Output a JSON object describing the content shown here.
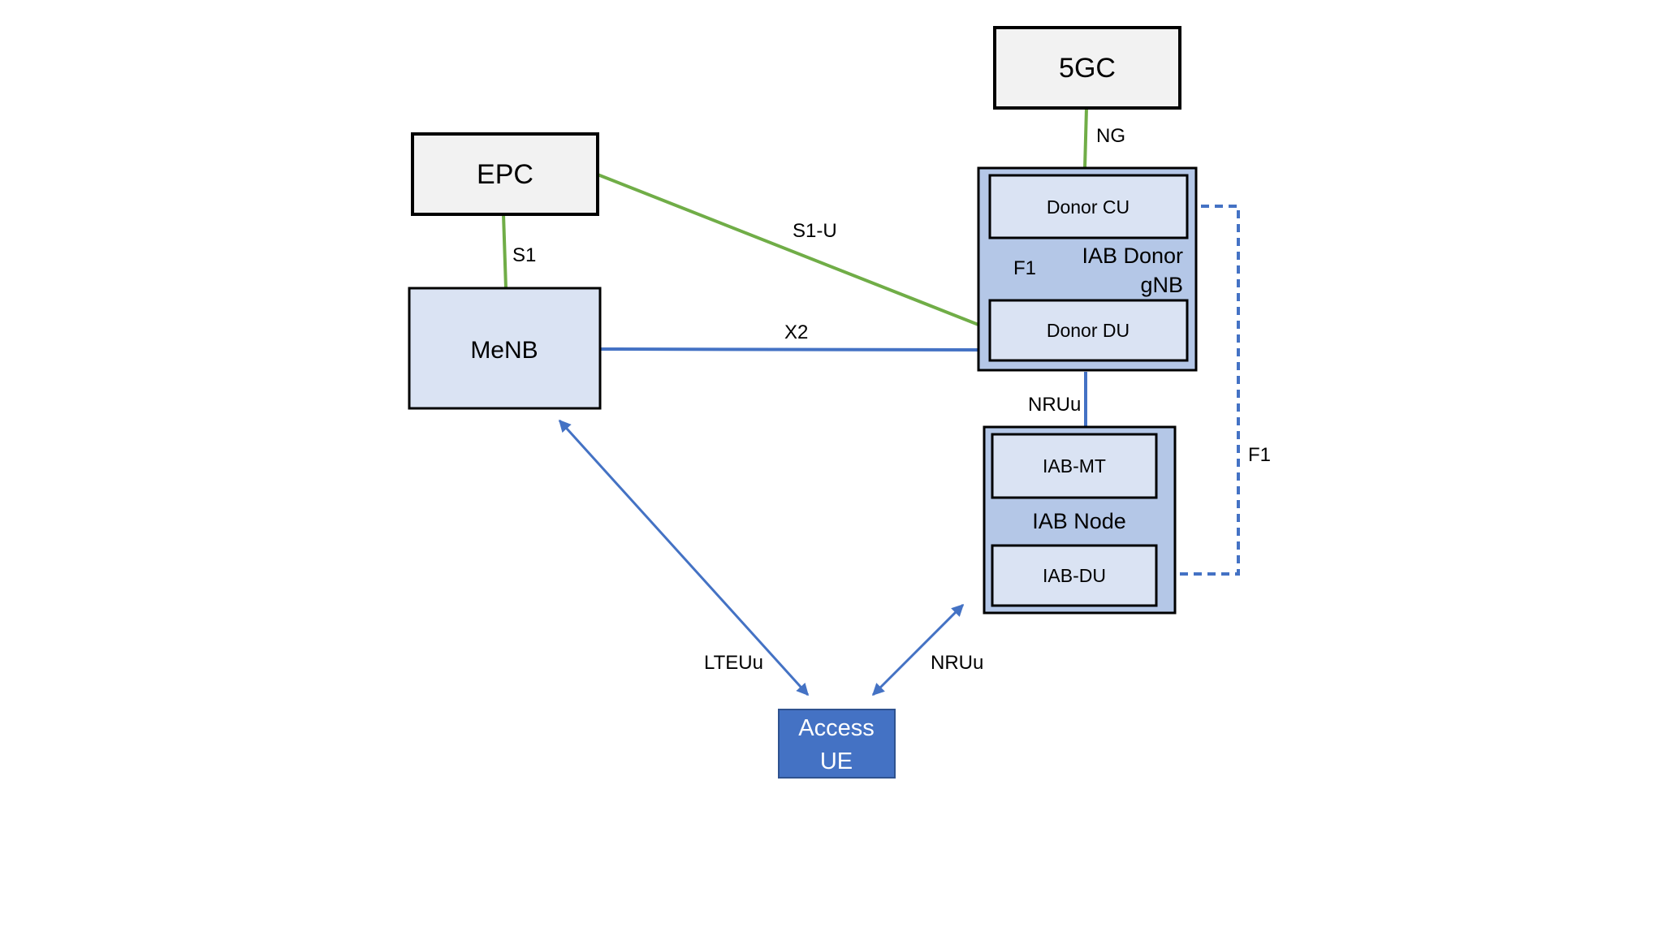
{
  "nodes": {
    "epc": "EPC",
    "fivegc": "5GC",
    "menb": "MeNB",
    "iab_donor": {
      "title_line1": "IAB Donor",
      "title_line2": "gNB",
      "cu": "Donor CU",
      "du": "Donor DU"
    },
    "iab_node": {
      "title": "IAB Node",
      "mt": "IAB-MT",
      "du": "IAB-DU"
    },
    "access_ue": {
      "line1": "Access",
      "line2": "UE"
    }
  },
  "links": {
    "s1": "S1",
    "s1u": "S1-U",
    "ng": "NG",
    "x2": "X2",
    "f1_internal": "F1",
    "f1_external": "F1",
    "nruu_backhaul": "NRUu",
    "lteuu": "LTEUu",
    "nruu_access": "NRUu"
  },
  "colors": {
    "green_link": "#70ad47",
    "blue_link": "#4472c4",
    "core_fill": "#f2f2f2",
    "node_fill": "#dae3f3",
    "container_fill": "#b4c7e7",
    "ue_fill": "#4472c4"
  }
}
